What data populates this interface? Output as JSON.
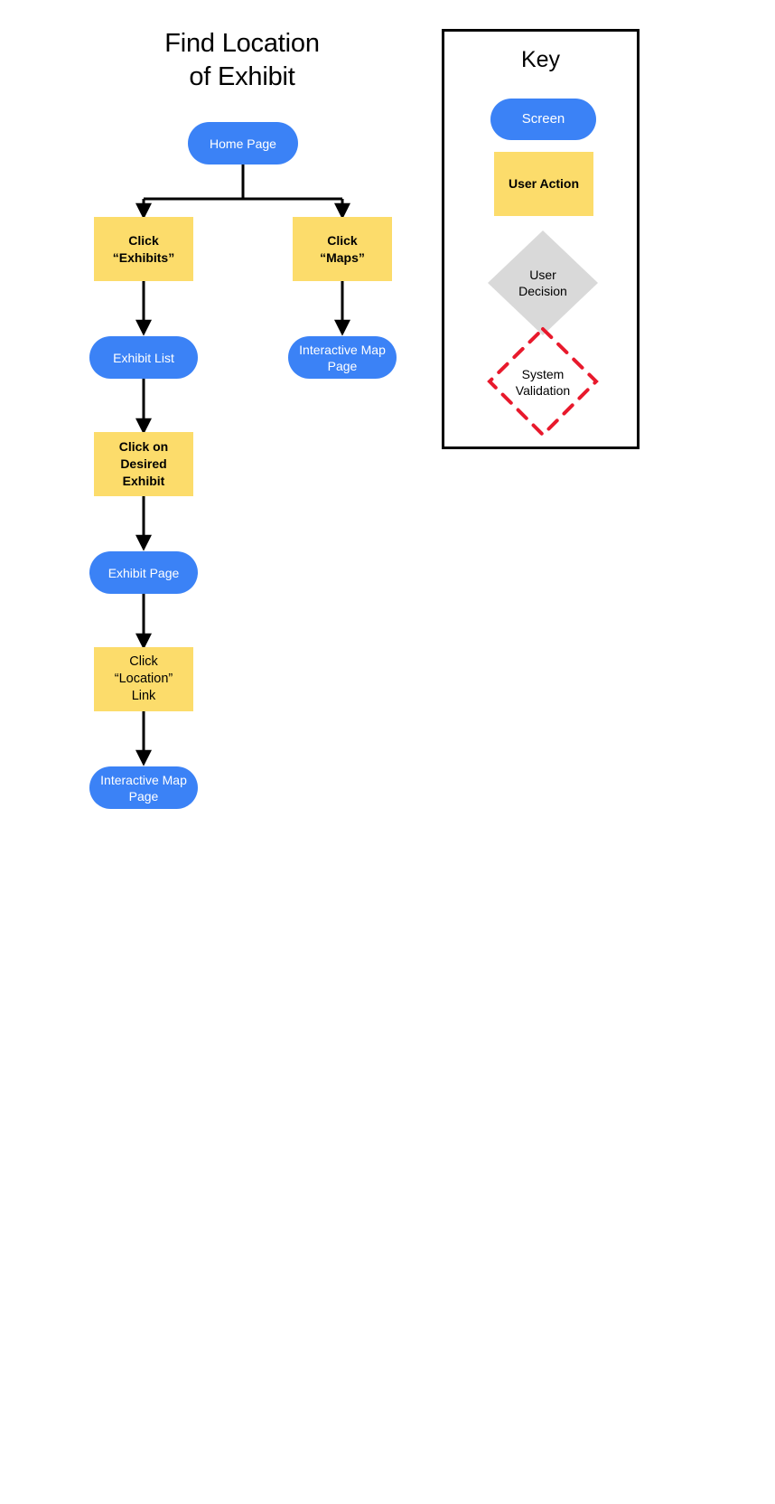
{
  "diagram": {
    "title": "Find Location\nof Exhibit",
    "type": "flowchart",
    "background_color": "#ffffff"
  },
  "colors": {
    "screen_fill": "#3b82f6",
    "screen_text": "#ffffff",
    "action_fill": "#fcdc6b",
    "action_text": "#000000",
    "decision_fill": "#d9d9d9",
    "validation_stroke": "#e8192c",
    "connector": "#000000",
    "panel_border": "#000000"
  },
  "flow": {
    "nodes": [
      {
        "id": "home-page",
        "label": "Home Page",
        "shape": "screen"
      },
      {
        "id": "click-exhibits",
        "label": "Click\n“Exhibits”",
        "shape": "action"
      },
      {
        "id": "click-maps",
        "label": "Click\n“Maps”",
        "shape": "action"
      },
      {
        "id": "exhibit-list",
        "label": "Exhibit List",
        "shape": "screen"
      },
      {
        "id": "interactive-map-page-right",
        "label": "Interactive Map\nPage",
        "shape": "screen"
      },
      {
        "id": "click-desired-exhibit",
        "label": "Click on Desired\nExhibit",
        "shape": "action"
      },
      {
        "id": "exhibit-page",
        "label": "Exhibit Page",
        "shape": "screen"
      },
      {
        "id": "click-location-link",
        "label": "Click “Location”\nLink",
        "shape": "action"
      },
      {
        "id": "interactive-map-page-left",
        "label": "Interactive Map\nPage",
        "shape": "screen"
      }
    ],
    "edges": [
      {
        "from": "home-page",
        "to": "click-exhibits"
      },
      {
        "from": "home-page",
        "to": "click-maps"
      },
      {
        "from": "click-exhibits",
        "to": "exhibit-list"
      },
      {
        "from": "click-maps",
        "to": "interactive-map-page-right"
      },
      {
        "from": "exhibit-list",
        "to": "click-desired-exhibit"
      },
      {
        "from": "click-desired-exhibit",
        "to": "exhibit-page"
      },
      {
        "from": "exhibit-page",
        "to": "click-location-link"
      },
      {
        "from": "click-location-link",
        "to": "interactive-map-page-left"
      }
    ]
  },
  "key": {
    "title": "Key",
    "items": [
      {
        "id": "key-screen",
        "label": "Screen",
        "shape": "screen"
      },
      {
        "id": "key-user-action",
        "label": "User Action",
        "shape": "action"
      },
      {
        "id": "key-user-decision",
        "label": "User\nDecision",
        "shape": "decision"
      },
      {
        "id": "key-system-validation",
        "label": "System\nValidation",
        "shape": "validation"
      }
    ]
  }
}
